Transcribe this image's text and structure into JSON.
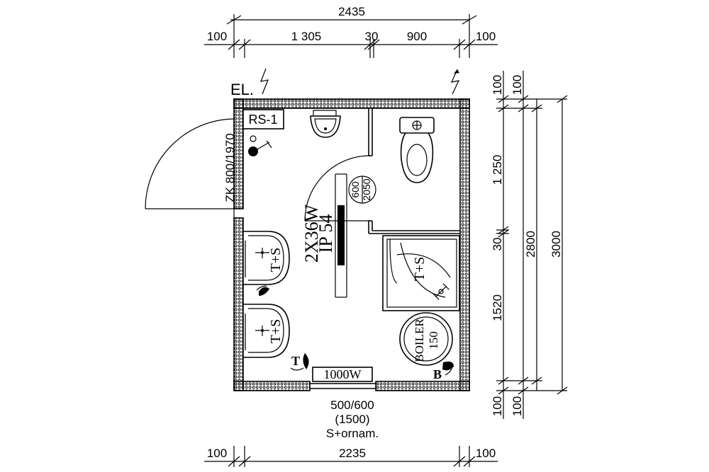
{
  "dims_top": {
    "total": "2435",
    "left_wall": "100",
    "room_a": "1 305",
    "partition": "30",
    "room_b": "900",
    "right_wall": "100"
  },
  "dims_bottom": {
    "left_wall": "100",
    "inner": "2235",
    "right_wall": "100"
  },
  "dims_right": {
    "top_wall_a": "100",
    "top_wall_b": "100",
    "upper": "1 250",
    "partition": "30",
    "lower": "1520",
    "inner_total": "2800",
    "total": "3000",
    "bottom_wall_a": "100",
    "bottom_wall_b": "100"
  },
  "labels": {
    "electric": "EL.",
    "distribution_box": "RS-1",
    "door": "ZK 800/1970",
    "light": "2X36W",
    "light_ip": "IP 54",
    "inner_door_w": "600",
    "inner_door_h": "2050",
    "basin_top": "T+S",
    "basin_bottom": "T+S",
    "shower": "T+S",
    "boiler": "BOILER",
    "boiler_size": "150",
    "heater": "1000W",
    "tap_t": "T",
    "tap_b": "B",
    "window_size": "500/600",
    "window_sill": "(1500)",
    "window_type": "S+ornam."
  }
}
